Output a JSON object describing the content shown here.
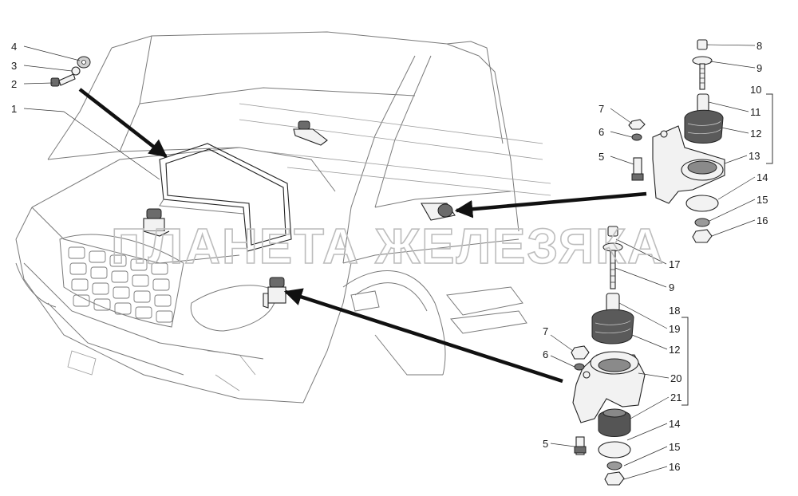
{
  "watermark": "ПЛАНЕТА ЖЕЛЕЗЯКА",
  "callouts": {
    "c1": "1",
    "c2": "2",
    "c3": "3",
    "c4": "4",
    "upper": {
      "c5": "5",
      "c6": "6",
      "c7": "7",
      "c8": "8",
      "c9": "9",
      "c10": "10",
      "c11": "11",
      "c12": "12",
      "c13": "13",
      "c14": "14",
      "c15": "15",
      "c16": "16"
    },
    "lower": {
      "c5": "5",
      "c6": "6",
      "c7": "7",
      "c9": "9",
      "c12": "12",
      "c14": "14",
      "c15": "15",
      "c16": "16",
      "c17": "17",
      "c18": "18",
      "c19": "19",
      "c20": "20",
      "c21": "21"
    }
  }
}
